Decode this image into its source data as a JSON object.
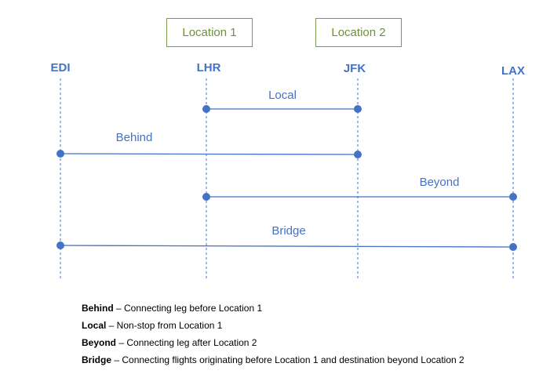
{
  "location_boxes": {
    "location1": "Location 1",
    "location2": "Location 2"
  },
  "airports": [
    "EDI",
    "LHR",
    "JFK",
    "LAX"
  ],
  "routes": {
    "local": "Local",
    "behind": "Behind",
    "beyond": "Beyond",
    "bridge": "Bridge"
  },
  "legend": [
    {
      "term": "Behind",
      "description": " – Connecting leg before Location 1"
    },
    {
      "term": "Local",
      "description": " – Non-stop from Location 1"
    },
    {
      "term": "Beyond",
      "description": " – Connecting leg after Location 2"
    },
    {
      "term": "Bridge",
      "description": " – Connecting flights originating before Location 1 and destination beyond Location 2"
    }
  ],
  "colors": {
    "line": "#4472c4",
    "box_border": "#7a9a48",
    "box_text": "#6f8f3f"
  }
}
